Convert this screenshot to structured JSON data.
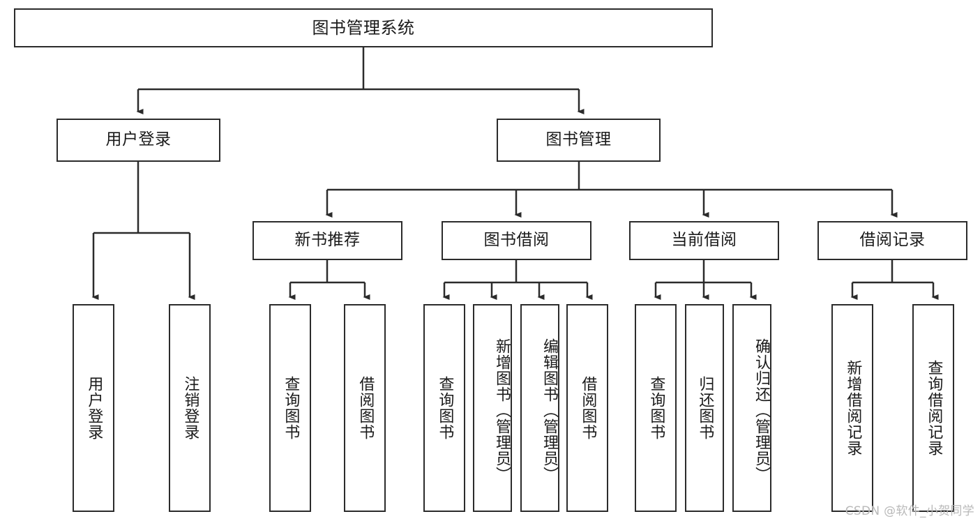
{
  "diagram": {
    "title": "图书管理系统",
    "type": "tree-hierarchy",
    "root": {
      "label": "图书管理系统"
    },
    "level2": [
      {
        "id": "user-login",
        "label": "用户登录"
      },
      {
        "id": "book-manage",
        "label": "图书管理"
      }
    ],
    "level3": [
      {
        "id": "new-book-recommend",
        "label": "新书推荐"
      },
      {
        "id": "book-borrow",
        "label": "图书借阅"
      },
      {
        "id": "current-borrow",
        "label": "当前借阅"
      },
      {
        "id": "borrow-record",
        "label": "借阅记录"
      }
    ],
    "leaves": {
      "user_login": [
        {
          "id": "leaf-user-login",
          "label": "用户登录"
        },
        {
          "id": "leaf-user-logout",
          "label": "注销登录"
        }
      ],
      "new_book_recommend": [
        {
          "id": "leaf-query-book-1",
          "label": "查询图书"
        },
        {
          "id": "leaf-borrow-book-1",
          "label": "借阅图书"
        }
      ],
      "book_borrow": [
        {
          "id": "leaf-query-book-2",
          "label": "查询图书"
        },
        {
          "id": "leaf-add-book",
          "label": "新增图书（管理员）"
        },
        {
          "id": "leaf-edit-book",
          "label": "编辑图书（管理员）"
        },
        {
          "id": "leaf-borrow-book-2",
          "label": "借阅图书"
        }
      ],
      "current_borrow": [
        {
          "id": "leaf-query-book-3",
          "label": "查询图书"
        },
        {
          "id": "leaf-return-book",
          "label": "归还图书"
        },
        {
          "id": "leaf-confirm-return",
          "label": "确认归还（管理员）"
        }
      ],
      "borrow_record": [
        {
          "id": "leaf-add-record",
          "label": "新增借阅记录"
        },
        {
          "id": "leaf-query-record",
          "label": "查询借阅记录"
        }
      ]
    }
  },
  "watermark": {
    "text": "CSDN @软件_小贺同学"
  },
  "colors": {
    "stroke": "#2b2b2b",
    "fill": "#ffffff",
    "text": "#1a1a1a",
    "watermark": "#b9b9b9"
  }
}
